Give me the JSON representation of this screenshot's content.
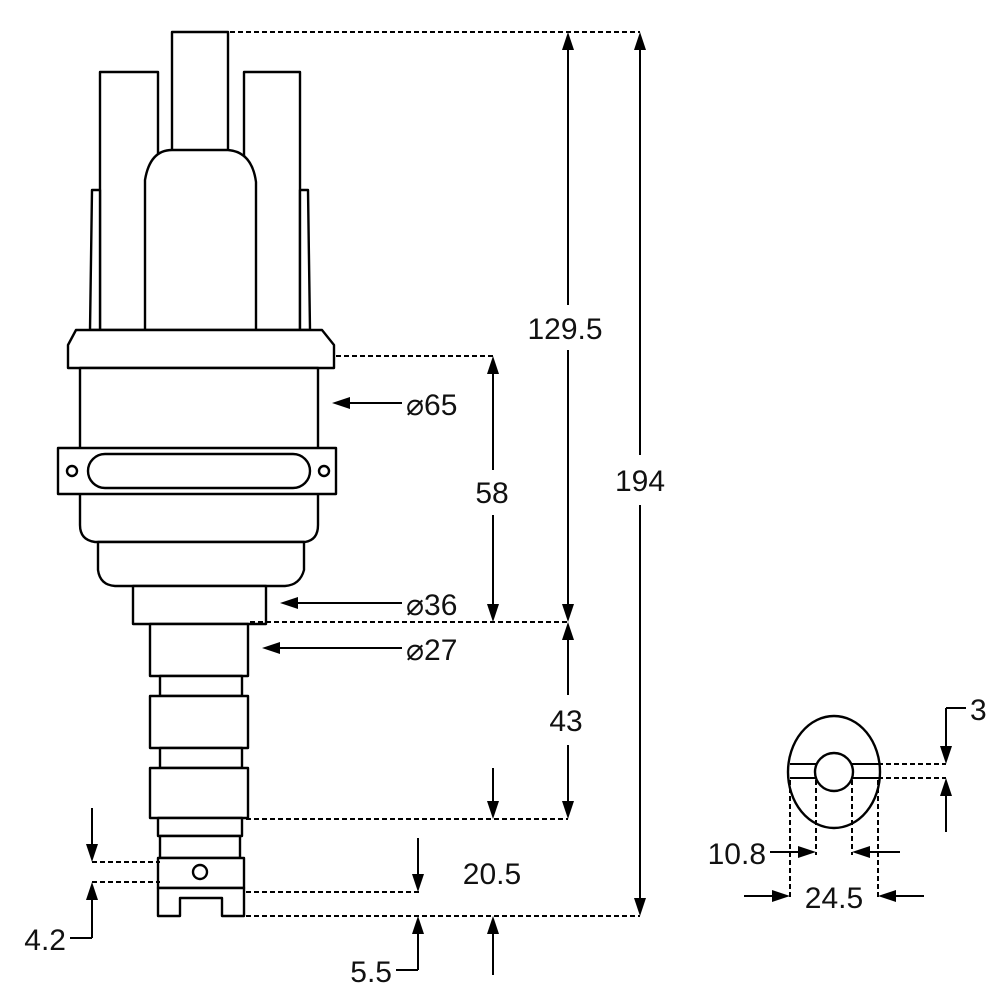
{
  "dimensions": {
    "total_height": "194",
    "cap_height": "129.5",
    "body_height": "58",
    "shaft_length": "43",
    "drive_length": "20.5",
    "pin_offset": "4.2",
    "tang_height": "5.5",
    "diameter_body": "⌀65",
    "diameter_collar": "⌀36",
    "diameter_shaft": "⌀27",
    "slot_height": "3",
    "slot_width": "10.8",
    "flange_width": "24.5"
  },
  "colors": {
    "line": "#000000",
    "fill": "#ffffff"
  }
}
